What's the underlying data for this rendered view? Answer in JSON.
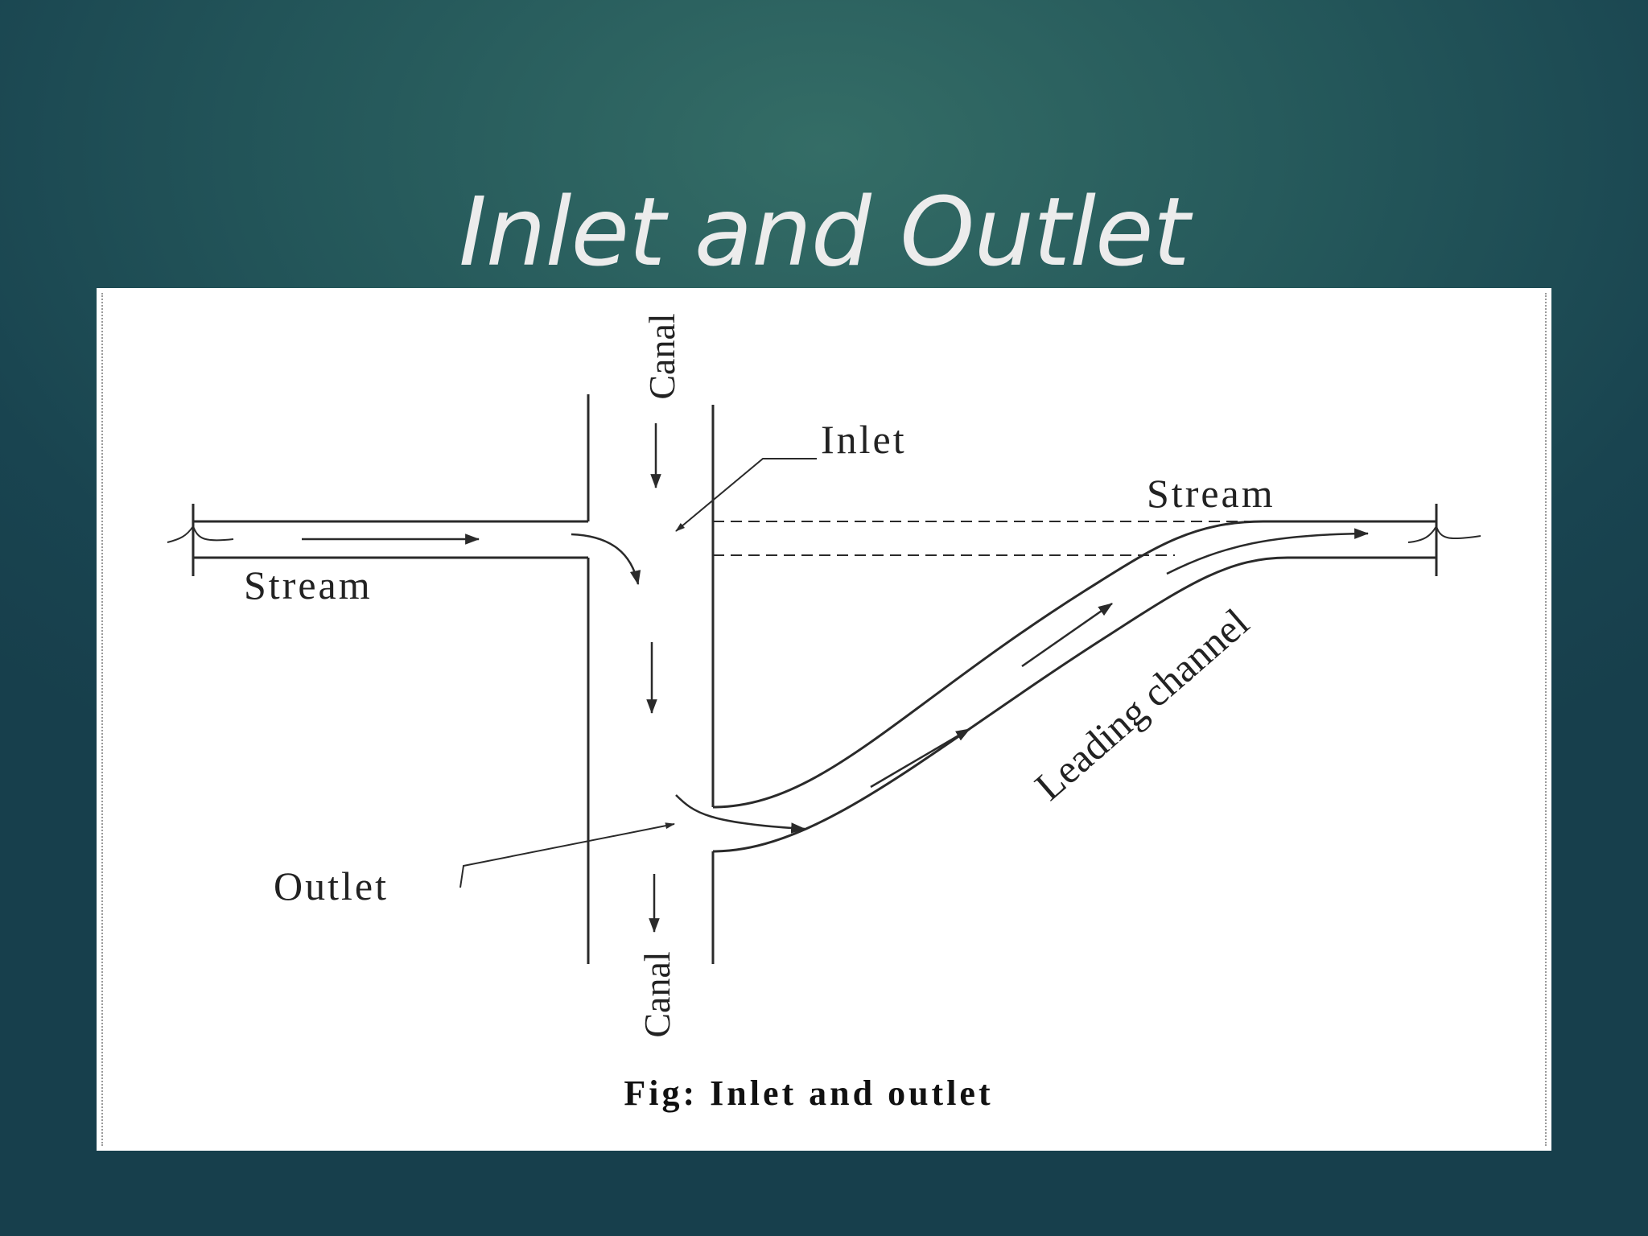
{
  "slide": {
    "title": "Inlet and Outlet"
  },
  "figure": {
    "labels": {
      "canal_top": "Canal",
      "canal_bottom": "Canal",
      "inlet": "Inlet",
      "outlet": "Outlet",
      "stream_left": "Stream",
      "stream_right": "Stream",
      "leading_channel": "Leading channel"
    },
    "caption": "Fig: Inlet and outlet"
  },
  "colors": {
    "background": "#1f4f57",
    "title": "#ececec",
    "figure_background": "#ffffff",
    "line": "#2a2a2a"
  }
}
